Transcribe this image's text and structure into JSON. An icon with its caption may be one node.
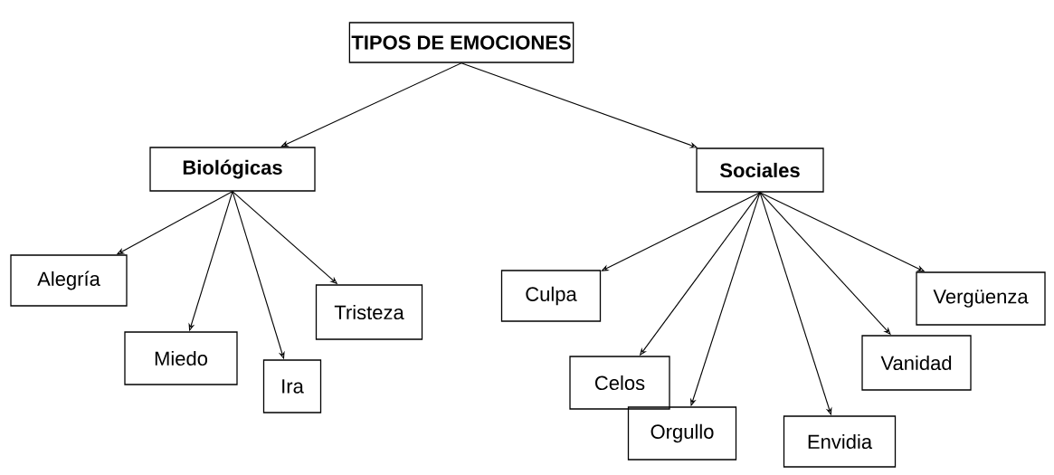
{
  "diagram": {
    "nodes": [
      {
        "text": [
          "TIPOS DE EMOCIONES"
        ]
      },
      {
        "text": [
          "Biológicas"
        ]
      },
      {
        "text": [
          "Sociales"
        ]
      },
      {
        "text": [
          "Alegría"
        ]
      },
      {
        "text": [
          "Miedo"
        ]
      },
      {
        "text": [
          "Ira"
        ]
      },
      {
        "text": [
          "Tristeza"
        ]
      },
      {
        "text": [
          "Culpa"
        ]
      },
      {
        "text": [
          "Celos"
        ]
      },
      {
        "text": [
          "Orgullo"
        ]
      },
      {
        "text": [
          "Envidia"
        ]
      },
      {
        "text": [
          "Vanidad"
        ]
      },
      {
        "text": [
          "Vergüenza"
        ]
      }
    ],
    "edges": [
      {
        "from": 0,
        "to": 1,
        "arrow": "to"
      },
      {
        "from": 0,
        "to": 2,
        "arrow": "to"
      },
      {
        "from": 1,
        "to": 3,
        "arrow": "to"
      },
      {
        "from": 1,
        "to": 4,
        "arrow": "to"
      },
      {
        "from": 1,
        "to": 5,
        "arrow": "to"
      },
      {
        "from": 1,
        "to": 6,
        "arrow": "to"
      },
      {
        "from": 2,
        "to": 7,
        "arrow": "to"
      },
      {
        "from": 2,
        "to": 8,
        "arrow": "to"
      },
      {
        "from": 2,
        "to": 9,
        "arrow": "to"
      },
      {
        "from": 2,
        "to": 10,
        "arrow": "to"
      },
      {
        "from": 2,
        "to": 11,
        "arrow": "to"
      },
      {
        "from": 2,
        "to": 12,
        "arrow": "to"
      }
    ]
  }
}
